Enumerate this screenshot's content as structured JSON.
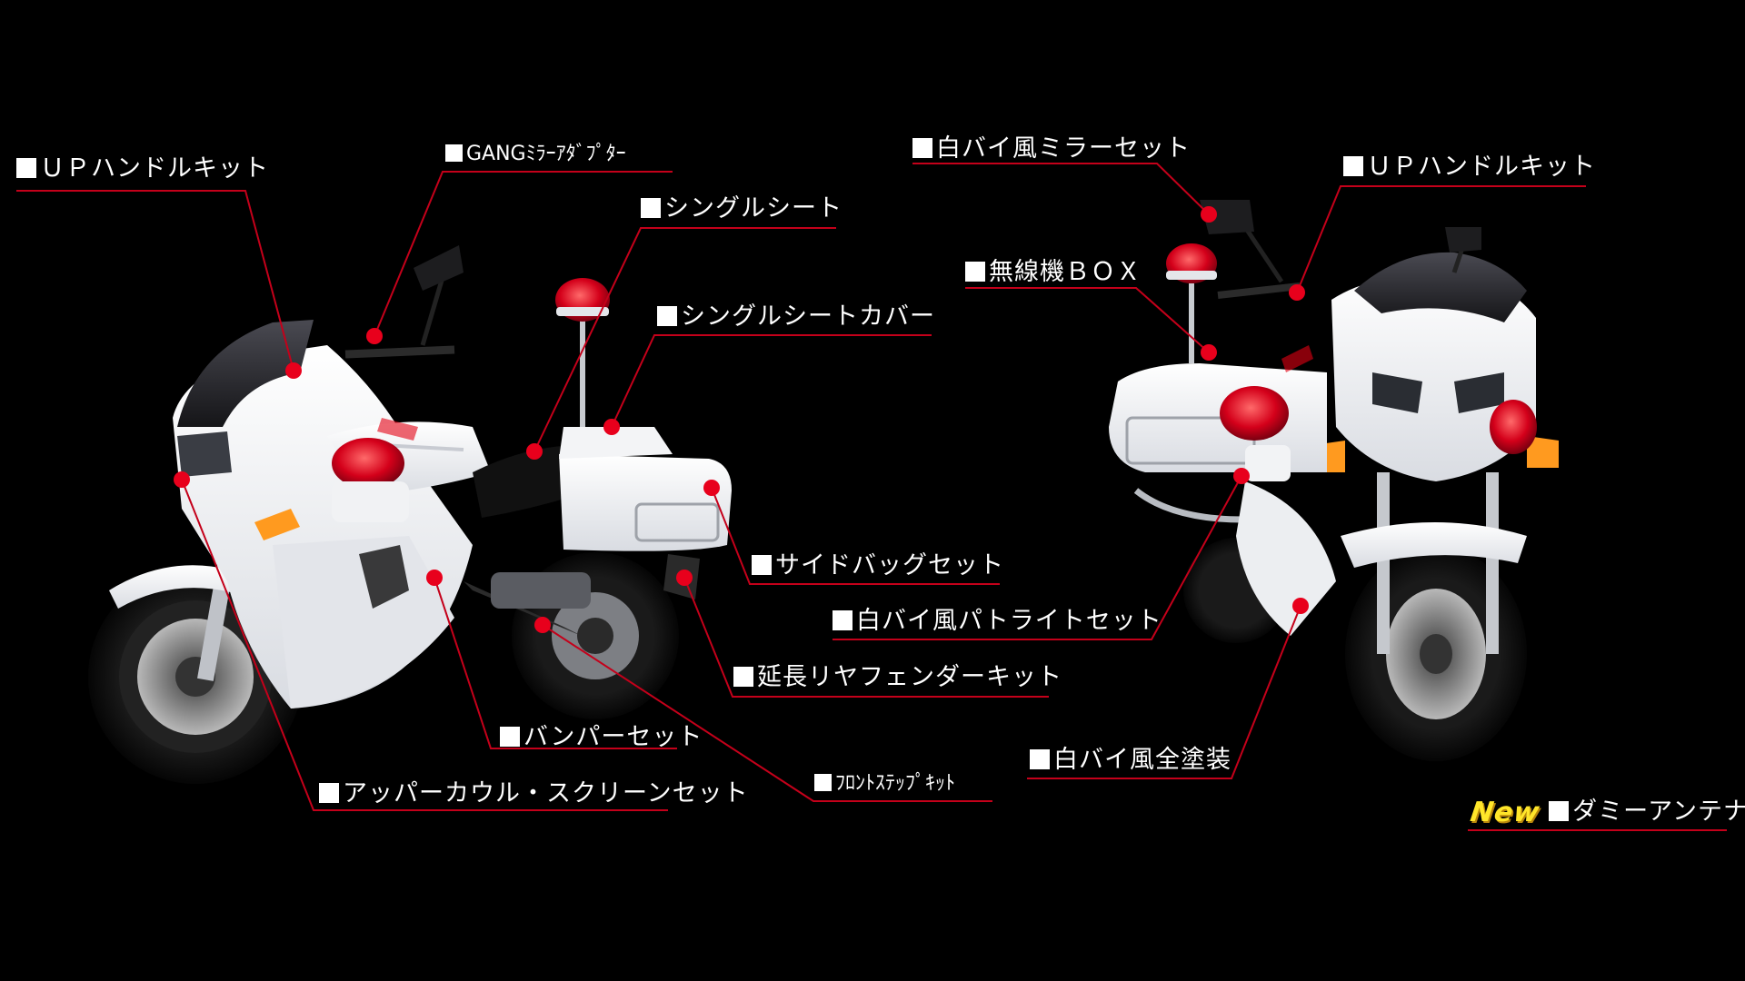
{
  "colors": {
    "background": "#000000",
    "marker": "#e8001c",
    "leader_line": "#c4001a",
    "label_text": "#ffffff",
    "new_badge": "#ffe62a"
  },
  "labels": {
    "left": {
      "up_handle_kit": "ＵＰハンドルキット",
      "gang_mirror_adapter": "GANGﾐﾗｰｱﾀﾞﾌﾟﾀｰ",
      "single_seat": "シングルシート",
      "single_seat_cover": "シングルシートカバー",
      "side_bag_set": "サイドバッグセット",
      "extended_rear_fender_kit": "延長リヤフェンダーキット",
      "bumper_set": "バンパーセット",
      "front_step_kit": "ﾌﾛﾝﾄｽﾃｯﾌﾟｷｯﾄ",
      "upper_cowl_screen_set": "アッパーカウル・スクリーンセット"
    },
    "right": {
      "white_bike_mirror_set": "白バイ風ミラーセット",
      "up_handle_kit": "ＵＰハンドルキット",
      "radio_box": "無線機ＢＯＸ",
      "white_bike_patlight_set": "白バイ風パトライトセット",
      "white_bike_full_paint": "白バイ風全塗装",
      "dummy_antenna": "ダミーアンテナ"
    },
    "new_badge": "New"
  }
}
